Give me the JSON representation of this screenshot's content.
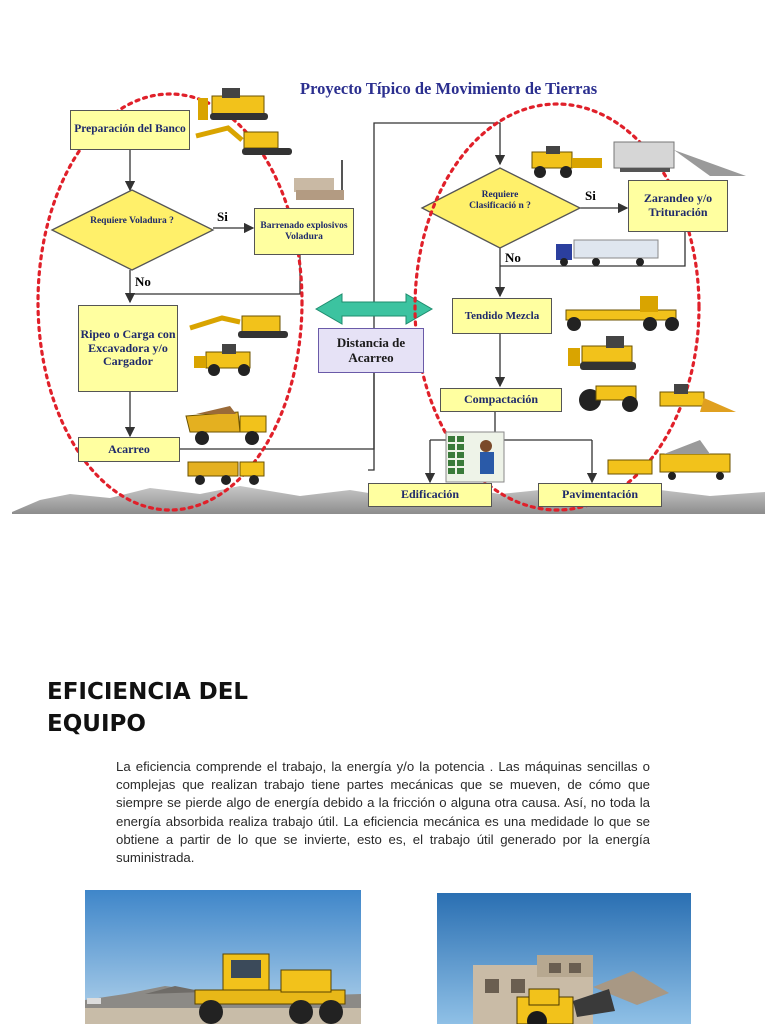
{
  "diagram": {
    "title": "Proyecto Típico de Movimiento de Tierras",
    "left_flow": {
      "prep": "Preparación del Banco",
      "decision": "Requiere Voladura ?",
      "yes": "Si",
      "no": "No",
      "blast": "Barrenado explosivos Voladura",
      "ripping": "Ripeo o Carga con Excavadora y/o Cargador",
      "haul": "Acarreo"
    },
    "center": {
      "distance": "Distancia de Acarreo"
    },
    "right_flow": {
      "decision": "Requiere Clasificació n ?",
      "yes": "Si",
      "no": "No",
      "screening": "Zarandeo y/o Trituración",
      "spread": "Tendido Mezcla",
      "compaction": "Compactación",
      "building": "Edificación",
      "paving": "Pavimentación"
    },
    "colors": {
      "box_fill": "#ffffa0",
      "decision_fill": "#fff06a",
      "arrow_green": "#3cc3a0",
      "dotted_ellipse": "#e0202a",
      "title_color": "#2b2f8f",
      "machine_yellow": "#f2c21b"
    }
  },
  "section": {
    "heading": "EFICIENCIA DEL EQUIPO",
    "body": "La eficiencia comprende el trabajo, la energía y/o la potencia . Las máquinas sencillas o complejas que realizan trabajo tiene partes mecánicas que se mueven, de cómo que siempre se pierde algo de energía debido a la fricción o alguna otra causa. Así, no toda la energía absorbida realiza trabajo útil. La eficiencia mecánica es una medidade lo que se obtiene a partir de lo que se invierte, esto es, el trabajo útil generado por la energía suministrada."
  },
  "photos": {
    "left_icon": "motor-grader-photo",
    "right_icon": "wheel-loader-photo"
  }
}
